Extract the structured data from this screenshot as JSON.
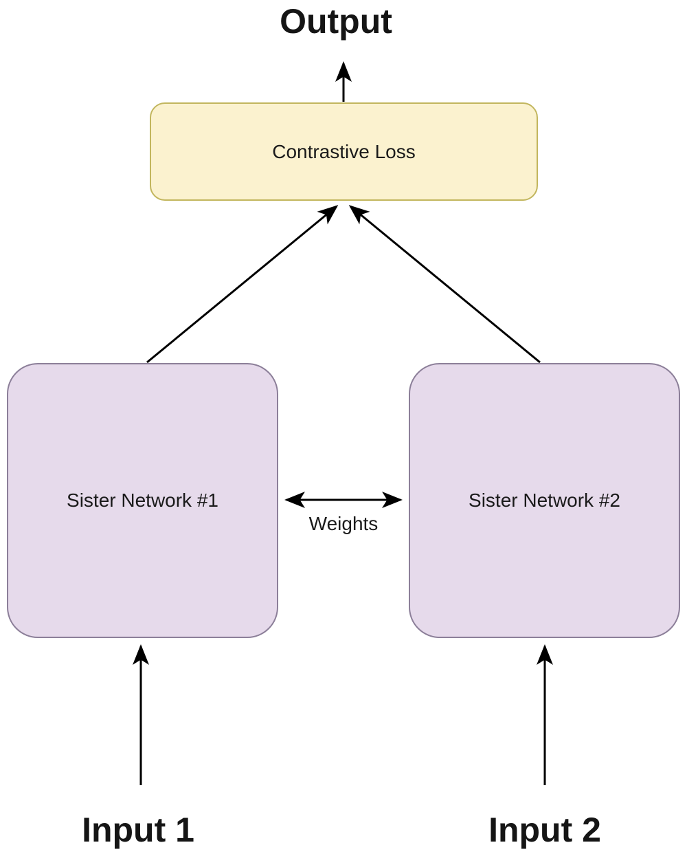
{
  "diagram": {
    "type": "siamese-network-architecture",
    "output_label": "Output",
    "loss_box": {
      "label": "Contrastive Loss",
      "fill": "#FBF2CF",
      "border": "#C2B65E"
    },
    "network1_box": {
      "label": "Sister Network #1",
      "fill": "#E6DAEB",
      "border": "#8C7F99"
    },
    "network2_box": {
      "label": "Sister Network #2",
      "fill": "#E6DAEB",
      "border": "#8C7F99"
    },
    "weights_label": "Weights",
    "input1_label": "Input 1",
    "input2_label": "Input 2",
    "arrow_color": "#000000",
    "text_color": "#1A1A1A",
    "background": "#FFFFFF"
  }
}
